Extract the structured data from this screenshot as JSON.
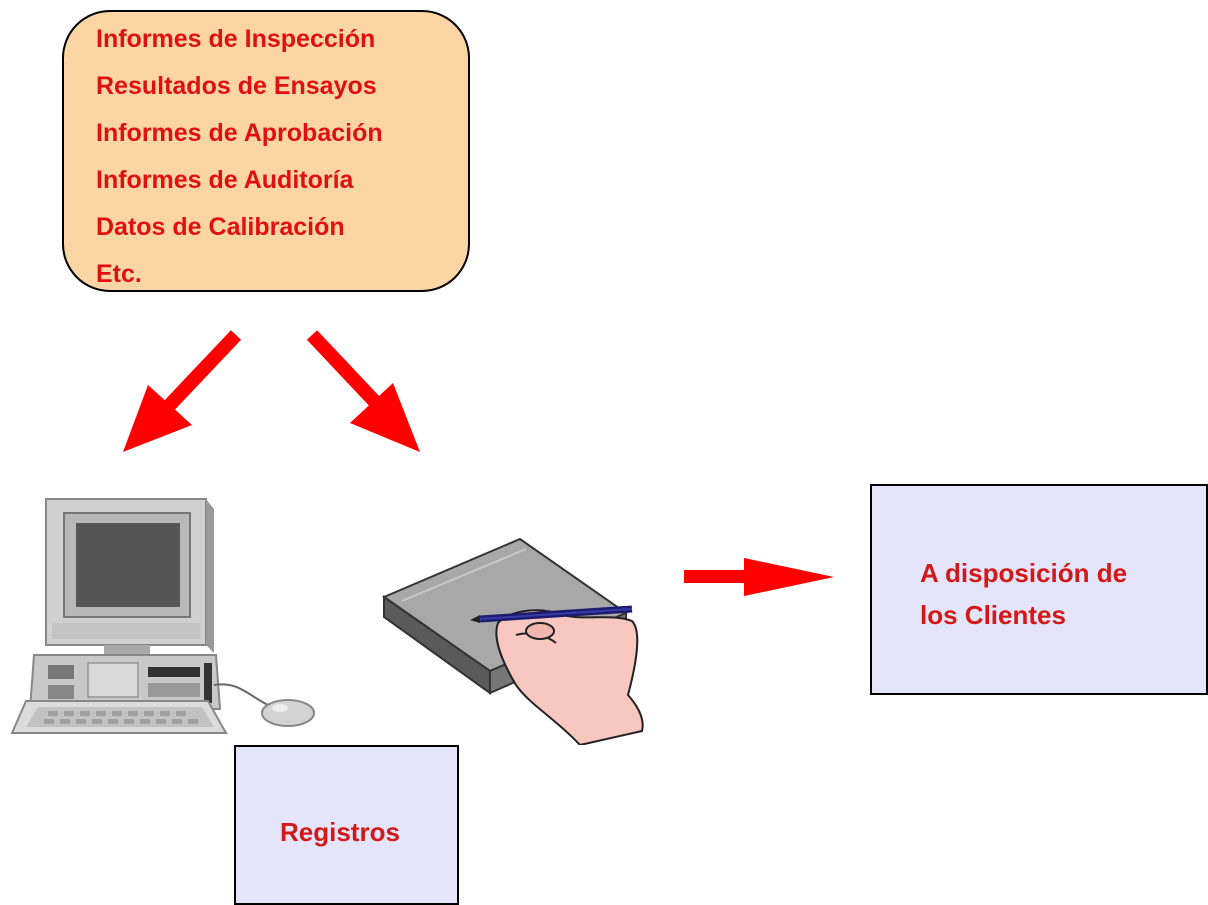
{
  "source_box": {
    "items": [
      "Informes de Inspección",
      "Resultados de Ensayos",
      "Informes de Aprobación",
      "Informes de Auditoría",
      "Datos de Calibración",
      "Etc."
    ]
  },
  "registros_box": {
    "label": "Registros"
  },
  "clientes_box": {
    "line1": "A disposición de",
    "line2": "los Clientes"
  },
  "illustrations": {
    "computer": "desktop-computer-icon",
    "notebook": "hand-writing-notebook-icon"
  },
  "colors": {
    "source_box_fill": "#fbd6a4",
    "text_red": "#e01010",
    "arrow_red": "#ff0000",
    "target_box_fill": "#e4e4fa"
  }
}
